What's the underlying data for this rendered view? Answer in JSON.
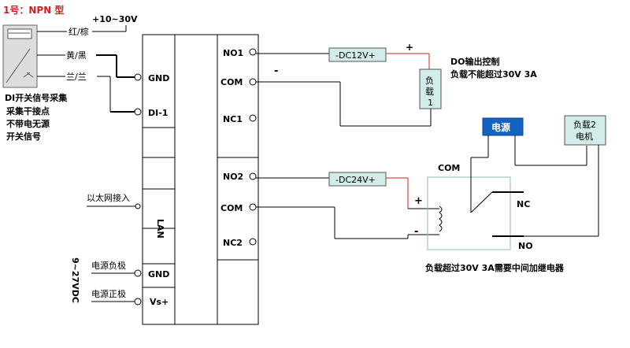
{
  "header": {
    "title": "1号：NPN 型"
  },
  "sensor": {
    "supply_label": "+10~30V",
    "wire_brown": "红/棕",
    "wire_black": "黄/黑",
    "wire_blue": "兰/兰",
    "note_lines": [
      "DI开关信号采集",
      "采集干接点",
      "不带电无源",
      "开关信号"
    ]
  },
  "module": {
    "left_terminals": [
      "GND",
      "DI-1"
    ],
    "lan_label": "LAN",
    "power_terminals": [
      "GND",
      "Vs+"
    ],
    "power_range": "9~27VDC",
    "right_terminals": [
      "NO1",
      "COM",
      "NC1",
      "NO2",
      "COM",
      "NC2"
    ]
  },
  "labels": {
    "ethernet": "以太网接入",
    "power_neg": "电源负极",
    "power_pos": "电源正极"
  },
  "circuit1": {
    "source": "-DC12V+",
    "plus": "+",
    "minus": "-",
    "load": [
      "负",
      "载",
      "1"
    ],
    "note_lines": [
      "DO输出控制",
      "负载不能超过30V 3A"
    ]
  },
  "circuit2": {
    "source": "-DC24V+",
    "plus": "+",
    "minus": "-",
    "power_box": "电源",
    "load_box": [
      "负载2",
      "电机"
    ],
    "com": "COM",
    "nc": "NC",
    "no": "NO",
    "note": "负载超过30V 3A需要中间加继电器"
  },
  "colors": {
    "accent_red": "#d02020",
    "box_teal": "#d2ece9",
    "power_blue": "#1262c2",
    "sensor_fill": "#dddddd"
  }
}
